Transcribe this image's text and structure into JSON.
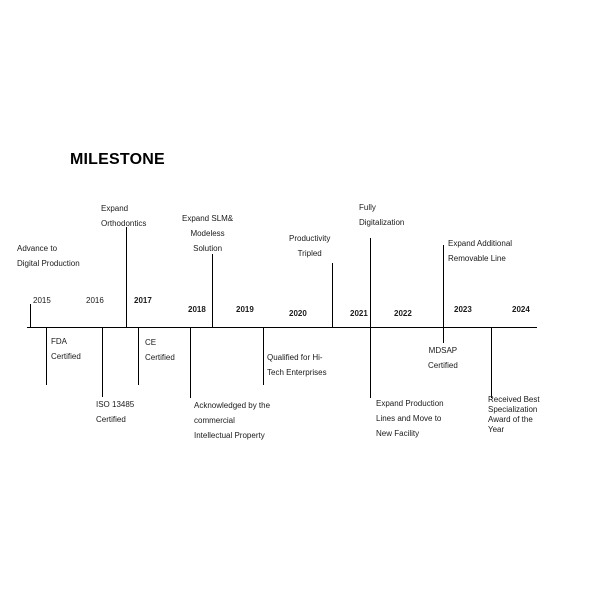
{
  "title": "MILESTONE",
  "years": [
    {
      "label": "2015",
      "bold": false
    },
    {
      "label": "2016",
      "bold": false
    },
    {
      "label": "2017",
      "bold": true
    },
    {
      "label": "2018",
      "bold": true
    },
    {
      "label": "2019",
      "bold": true
    },
    {
      "label": "2020",
      "bold": true
    },
    {
      "label": "2021",
      "bold": true
    },
    {
      "label": "2022",
      "bold": true
    },
    {
      "label": "2023",
      "bold": true
    },
    {
      "label": "2024",
      "bold": true
    }
  ],
  "milestones": [
    {
      "id": "digital-production",
      "lines": [
        "Advance   to",
        "Digital Production"
      ]
    },
    {
      "id": "orthodontics",
      "lines": [
        "Expand",
        "Orthodontics"
      ]
    },
    {
      "id": "slm-modeless",
      "lines": [
        "Expand   SLM&",
        "Modeless",
        "Solution"
      ]
    },
    {
      "id": "productivity",
      "lines": [
        "Productivity",
        "Tripled"
      ]
    },
    {
      "id": "digitalization",
      "lines": [
        "Fully",
        "Digitalization"
      ]
    },
    {
      "id": "removable-line",
      "lines": [
        "Expand Additional",
        "Removable Line"
      ]
    },
    {
      "id": "fda",
      "lines": [
        "FDA",
        "Certified"
      ]
    },
    {
      "id": "iso",
      "lines": [
        "ISO  13485",
        "Certified"
      ]
    },
    {
      "id": "ce",
      "lines": [
        "CE",
        "Certified"
      ]
    },
    {
      "id": "ip",
      "lines": [
        "Acknowledged  by  the",
        "commercial",
        "Intellectual    Property"
      ]
    },
    {
      "id": "hi-tech",
      "lines": [
        "Qualified  for  Hi-",
        "Tech  Enterprises"
      ]
    },
    {
      "id": "production-lines",
      "lines": [
        "Expand    Production",
        "Lines  and  Move  to",
        "New  Facility"
      ]
    },
    {
      "id": "mdsap",
      "lines": [
        "MDSAP",
        "Certified"
      ]
    },
    {
      "id": "award",
      "lines": [
        "Received Best",
        "Specialization",
        "Award of the",
        "Year"
      ]
    }
  ]
}
